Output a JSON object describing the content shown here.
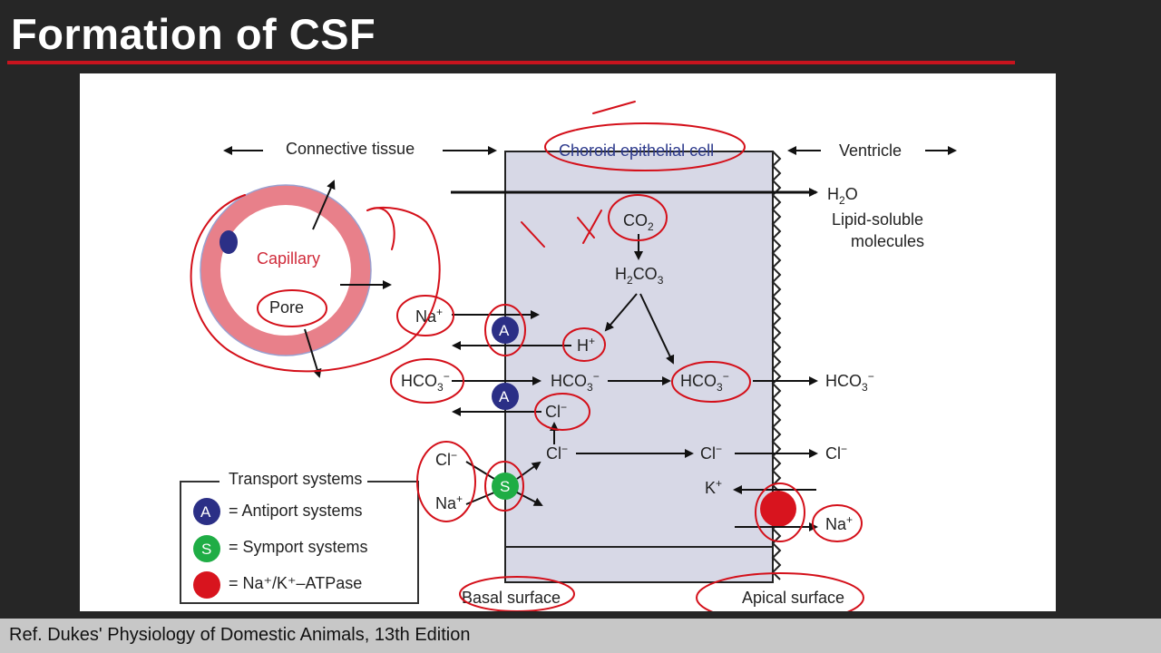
{
  "slide": {
    "title": "Formation of CSF",
    "footer": "Ref. Dukes' Physiology of Domestic Animals, 13th Edition"
  },
  "diagram": {
    "regions": {
      "connective_tissue": "Connective tissue",
      "choroid_cell": "Choroid epithelial cell",
      "ventricle": "Ventricle"
    },
    "capillary": {
      "label": "Capillary",
      "pore": "Pore"
    },
    "water": {
      "main": "H",
      "sub": "2",
      "tail": "O",
      "note1": "Lipid-soluble",
      "note2": "molecules"
    },
    "co2": {
      "main": "CO",
      "sub": "2"
    },
    "h2co3": {
      "a": "H",
      "s1": "2",
      "b": "CO",
      "s2": "3"
    },
    "ions": {
      "na": "Na",
      "plus": "+",
      "minus": "−",
      "h": "H",
      "hco3": "HCO",
      "three": "3",
      "cl": "Cl",
      "k": "K"
    },
    "transporters": {
      "antiport": "A",
      "symport": "S"
    },
    "surfaces": {
      "basal": "Basal surface",
      "apical": "Apical surface"
    },
    "legend": {
      "title": "Transport systems",
      "antiport": "= Antiport systems",
      "symport": "= Symport systems",
      "atpase": "= Na⁺/K⁺–ATPase"
    }
  },
  "colors": {
    "antiport": "#2b2f86",
    "symport": "#1fad45",
    "atpase": "#d8141e",
    "capillary": "#e8808a",
    "cell": "#d7d8e6",
    "annotation": "#d4101a"
  }
}
